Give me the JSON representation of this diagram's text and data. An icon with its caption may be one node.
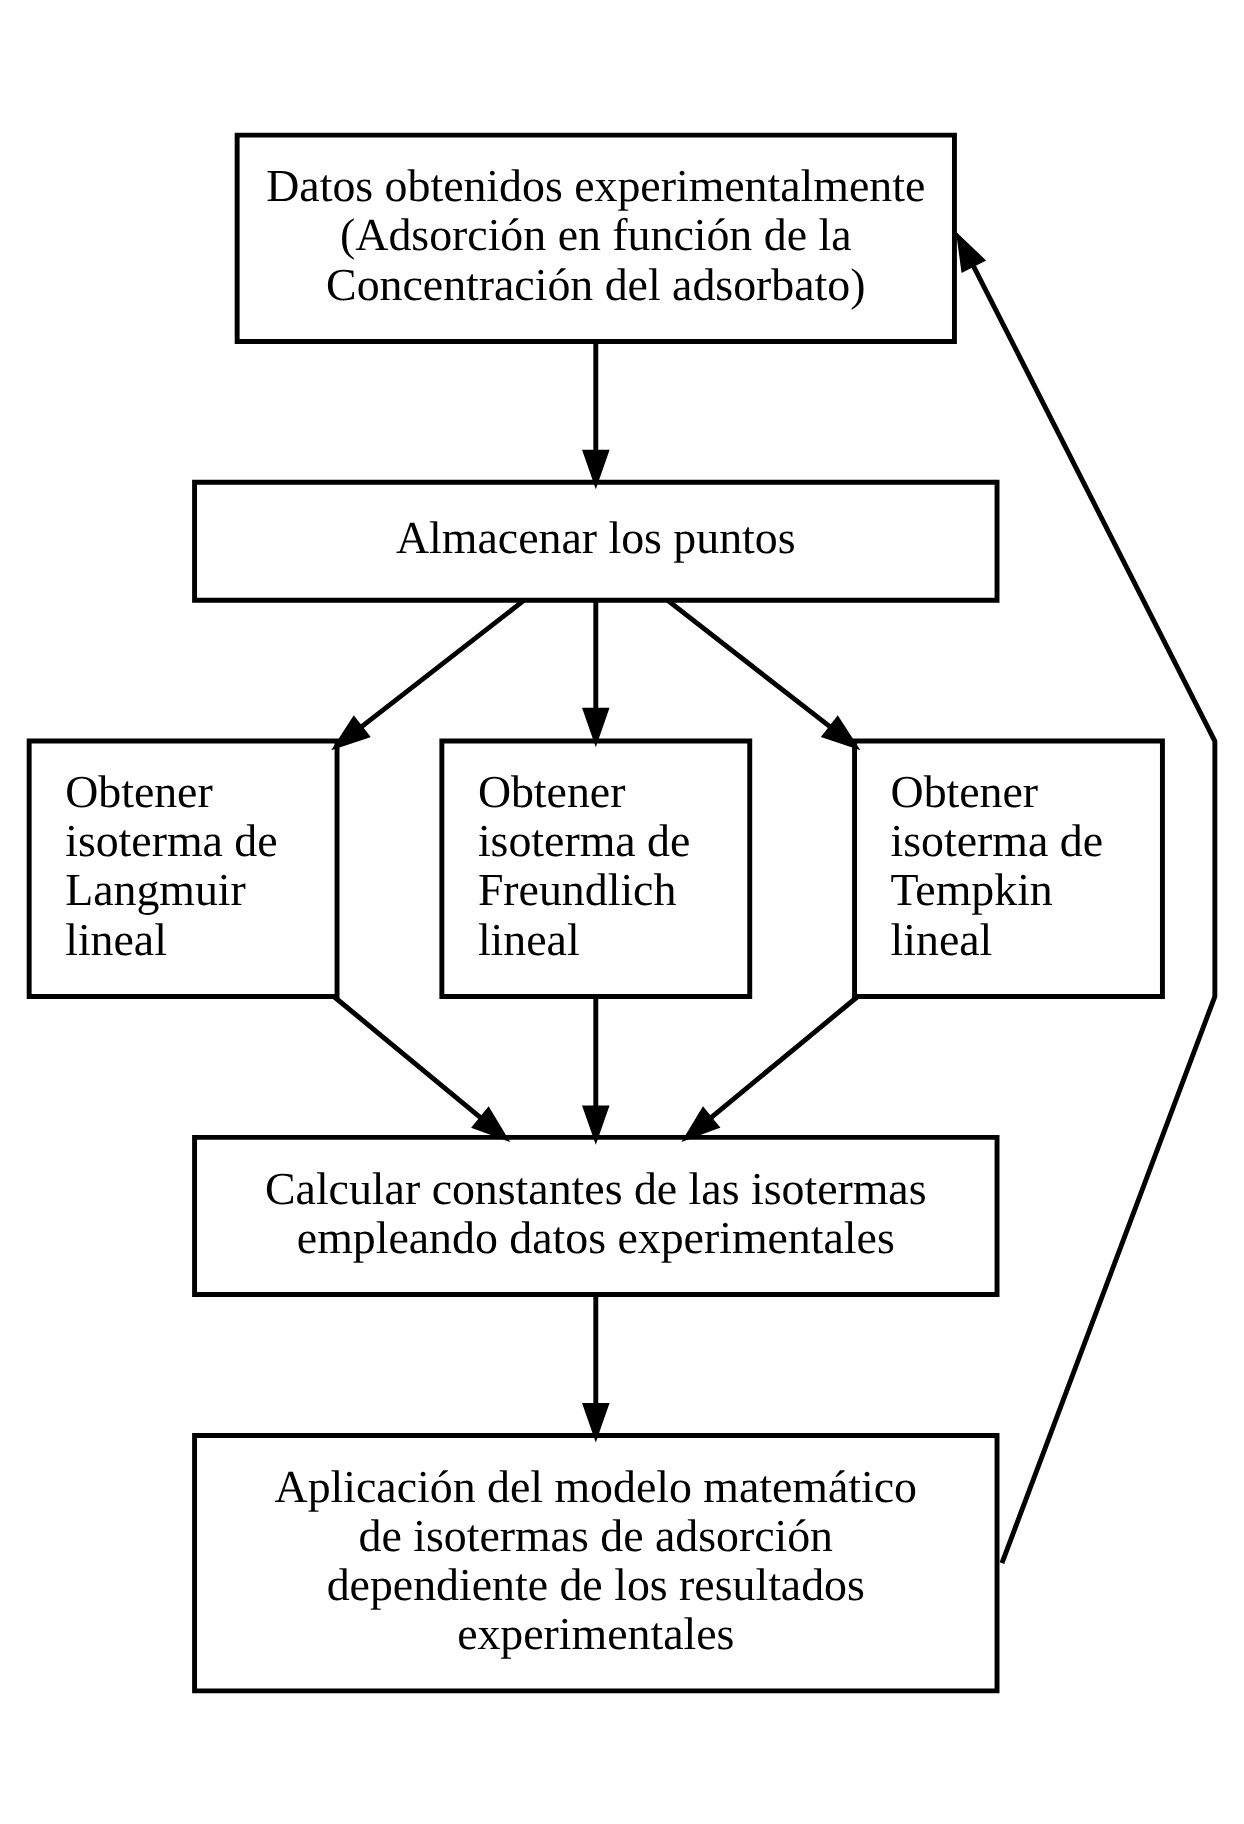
{
  "diagram": {
    "nodes": [
      {
        "text": [
          "Datos obtenidos experimentalmente (Adsorción en función de la Concentración del adsorbato)"
        ]
      },
      {
        "text": [
          "Almacenar los puntos"
        ]
      },
      {
        "text": [
          "Obtener isoterma de Langmuir lineal"
        ]
      },
      {
        "text": [
          "Obtener isoterma de Freundlich lineal"
        ]
      },
      {
        "text": [
          "Obtener isoterma de Tempkin lineal"
        ]
      },
      {
        "text": [
          "Calcular constantes de las isotermas empleando datos experimentales"
        ]
      },
      {
        "text": [
          "Aplicación del modelo matemático de isotermas de adsorción dependiente de los resultados experimentales"
        ]
      }
    ],
    "edges": [
      {
        "from": 0,
        "to": 1,
        "arrow": "to"
      },
      {
        "from": 1,
        "to": 2,
        "arrow": "to"
      },
      {
        "from": 1,
        "to": 3,
        "arrow": "to"
      },
      {
        "from": 1,
        "to": 4,
        "arrow": "to"
      },
      {
        "from": 2,
        "to": 5,
        "arrow": "to"
      },
      {
        "from": 3,
        "to": 5,
        "arrow": "to"
      },
      {
        "from": 4,
        "to": 5,
        "arrow": "to"
      },
      {
        "from": 5,
        "to": 6,
        "arrow": "to"
      },
      {
        "from": 6,
        "to": 0,
        "arrow": "to"
      }
    ]
  }
}
